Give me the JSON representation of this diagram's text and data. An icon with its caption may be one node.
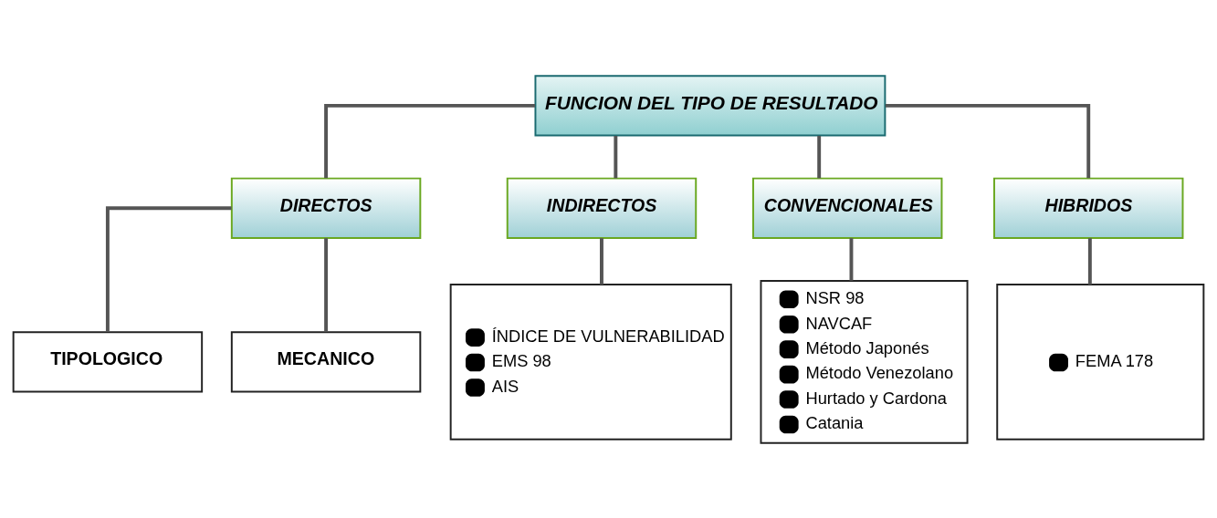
{
  "diagram": {
    "nodes": [
      {
        "text": [
          "FUNCION DEL TIPO DE RESULTADO"
        ]
      },
      {
        "text": [
          "DIRECTOS"
        ]
      },
      {
        "text": [
          "INDIRECTOS"
        ]
      },
      {
        "text": [
          "CONVENCIONALES"
        ]
      },
      {
        "text": [
          "HIBRIDOS"
        ]
      },
      {
        "text": [
          "TIPOLOGICO"
        ]
      },
      {
        "text": [
          "MECANICO"
        ]
      },
      {
        "text": [
          "ÍNDICE DE VULNERABILIDAD",
          "EMS 98",
          "AIS"
        ]
      },
      {
        "text": [
          "NSR 98",
          "NAVCAF",
          "Método Japonés",
          "Método Venezolano",
          "Hurtado y Cardona",
          "Catania"
        ]
      },
      {
        "text": [
          "FEMA 178"
        ]
      }
    ],
    "edges": [
      {
        "from": 0,
        "to": 1,
        "arrow": "none"
      },
      {
        "from": 0,
        "to": 2,
        "arrow": "none"
      },
      {
        "from": 0,
        "to": 3,
        "arrow": "none"
      },
      {
        "from": 0,
        "to": 4,
        "arrow": "none"
      },
      {
        "from": 1,
        "to": 5,
        "arrow": "none"
      },
      {
        "from": 1,
        "to": 6,
        "arrow": "none"
      },
      {
        "from": 2,
        "to": 7,
        "arrow": "none"
      },
      {
        "from": 3,
        "to": 8,
        "arrow": "none"
      },
      {
        "from": 4,
        "to": 9,
        "arrow": "none"
      }
    ]
  }
}
